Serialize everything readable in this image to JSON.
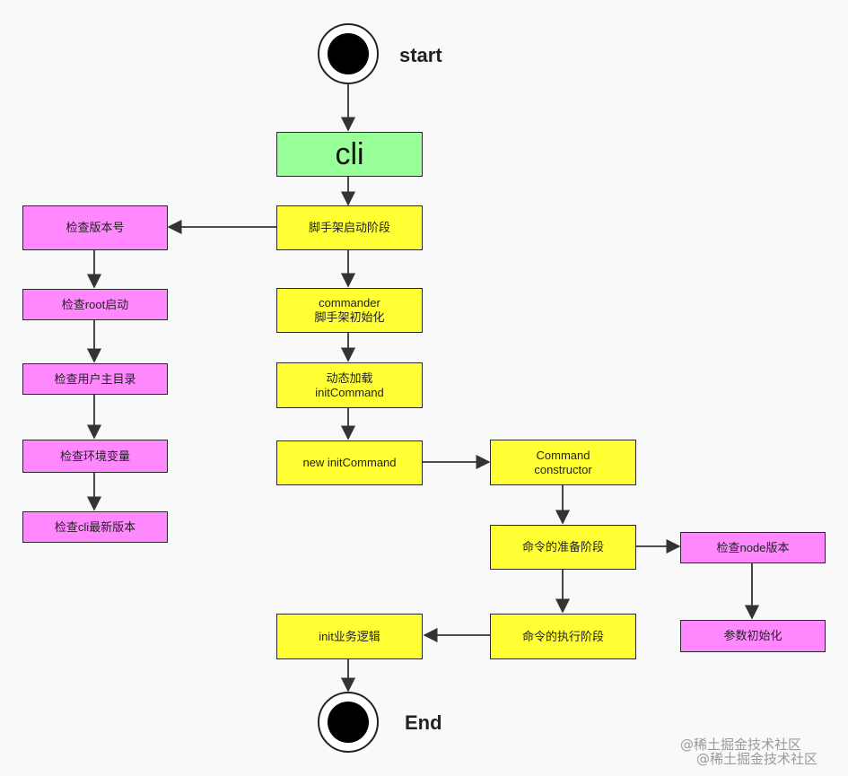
{
  "start_label": "start",
  "end_label": "End",
  "nodes": {
    "cli": "cli",
    "scaffold_start": "脚手架启动阶段",
    "commander_1": "commander",
    "commander_2": "脚手架初始化",
    "dynamic_1": "动态加载",
    "dynamic_2": "initCommand",
    "new_init": "new initCommand",
    "cmd_ctor_1": "Command",
    "cmd_ctor_2": "constructor",
    "cmd_prepare": "命令的准备阶段",
    "cmd_exec": "命令的执行阶段",
    "init_logic": "init业务逻辑",
    "check_version": "检查版本号",
    "check_root": "检查root启动",
    "check_home": "检查用户主目录",
    "check_env": "检查环境变量",
    "check_cli_latest": "检查cli最新版本",
    "check_node": "检查node版本",
    "param_init": "参数初始化"
  },
  "watermark": [
    "@稀土掘金技术社区",
    "@稀土掘金技术社区"
  ],
  "colors": {
    "process": "#ffff33",
    "check": "#ff88ff",
    "cli": "#99ff99",
    "edge": "#333333"
  }
}
